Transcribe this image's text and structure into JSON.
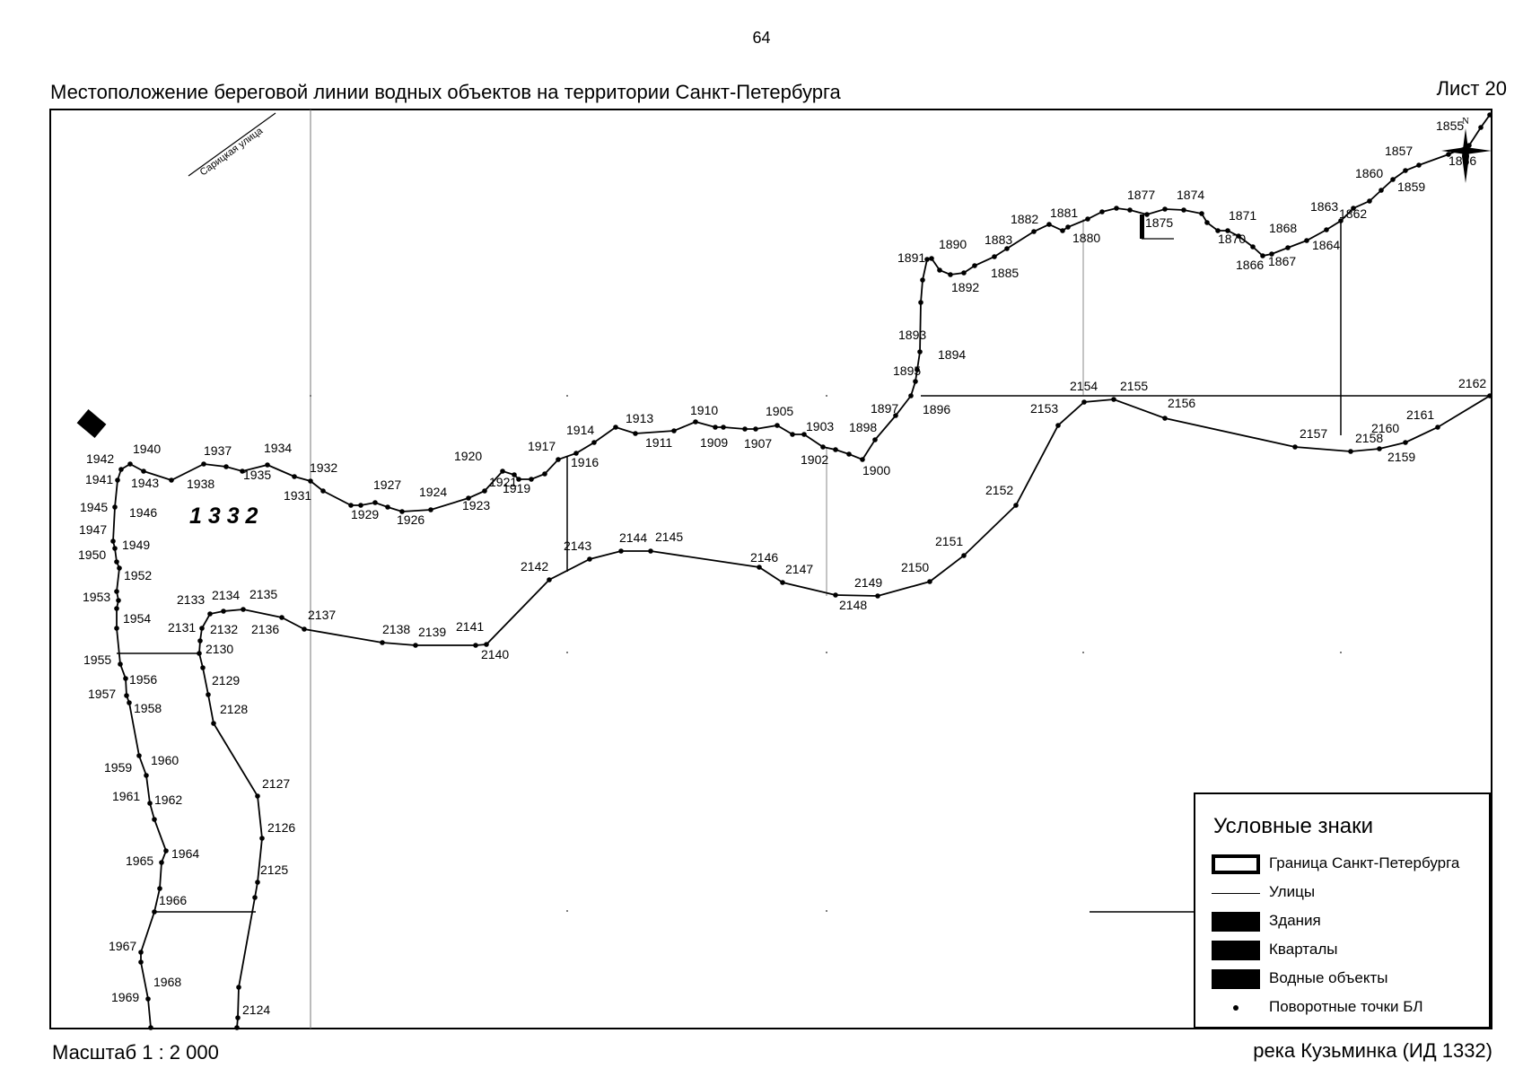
{
  "page_number": "64",
  "title": "Местоположение береговой линии водных объектов на территории Санкт-Петербурга",
  "sheet": "Лист 20",
  "street_name": "Сарицкая улица",
  "object_id_label": "1 3 3 2",
  "north_label": "N",
  "scale": "Масштаб 1 : 2 000",
  "river": "река Кузьминка (ИД 1332)",
  "legend": {
    "title": "Условные знаки",
    "items": [
      {
        "label": "Граница Санкт-Петербурга",
        "symbol": "boundary-symbol-icon"
      },
      {
        "label": "Улицы",
        "symbol": "street-line-icon"
      },
      {
        "label": "Здания",
        "symbol": "building-fill-icon"
      },
      {
        "label": "Кварталы",
        "symbol": "block-fill-icon"
      },
      {
        "label": "Водные объекты",
        "symbol": "water-fill-icon"
      },
      {
        "label": "Поворотные точки БЛ",
        "symbol": "turning-point-icon"
      }
    ]
  },
  "point_labels": [
    "1855",
    "1856",
    "1857",
    "1860",
    "1859",
    "1862",
    "1863",
    "1864",
    "1868",
    "1867",
    "1866",
    "1870",
    "1871",
    "1874",
    "1877",
    "1875",
    "1881",
    "1880",
    "1882",
    "1883",
    "1885",
    "1890",
    "1891",
    "1892",
    "1893",
    "1894",
    "1895",
    "1896",
    "1897",
    "1898",
    "1900",
    "1902",
    "1903",
    "1905",
    "1907",
    "1909",
    "1910",
    "1911",
    "1913",
    "1914",
    "1916",
    "1917",
    "1919",
    "1921",
    "1920",
    "1923",
    "1924",
    "1926",
    "1927",
    "1929",
    "1931",
    "1932",
    "1934",
    "1935",
    "1937",
    "1938",
    "1940",
    "1942",
    "1941",
    "1943",
    "1945",
    "1946",
    "1947",
    "1949",
    "1950",
    "1952",
    "1953",
    "1954",
    "1955",
    "1956",
    "1957",
    "1958",
    "1959",
    "1960",
    "1961",
    "1962",
    "1964",
    "1965",
    "1966",
    "1967",
    "1968",
    "1969",
    "2124",
    "2125",
    "2126",
    "2127",
    "2128",
    "2129",
    "2130",
    "2131",
    "2132",
    "2133",
    "2134",
    "2135",
    "2136",
    "2137",
    "2138",
    "2139",
    "2140",
    "2141",
    "2142",
    "2143",
    "2144",
    "2145",
    "2146",
    "2147",
    "2148",
    "2149",
    "2150",
    "2151",
    "2152",
    "2153",
    "2154",
    "2155",
    "2156",
    "2157",
    "2158",
    "2159",
    "2160",
    "2161",
    "2162"
  ]
}
